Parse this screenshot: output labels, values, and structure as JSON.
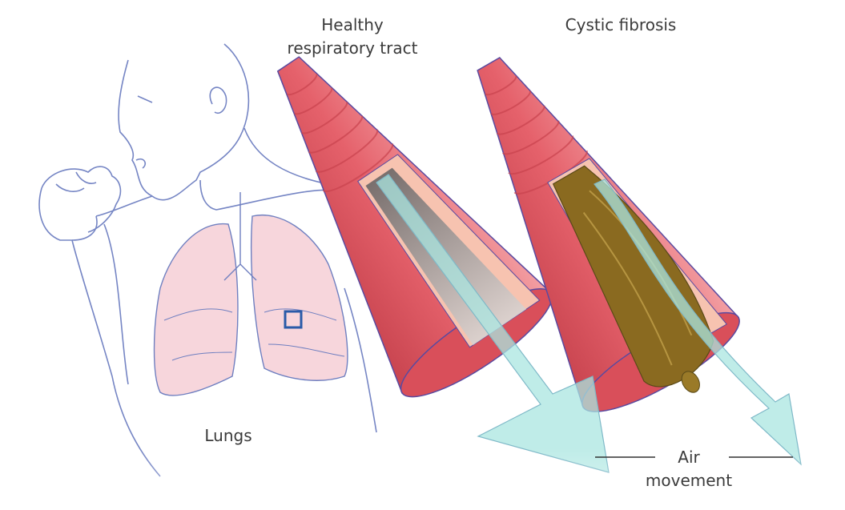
{
  "labels": {
    "healthy_line1": "Healthy",
    "healthy_line2": "respiratory tract",
    "cystic_fibrosis": "Cystic fibrosis",
    "lungs": "Lungs",
    "air_line1": "Air",
    "air_line2": "movement"
  },
  "colors": {
    "outline": "#6f7fc0",
    "lung": "#f7d6dc",
    "airway": "#e96a72",
    "airway_inner": "#f6b8ad",
    "mucus": "#8a6a20",
    "air_arrow": "#a9e6e0"
  }
}
